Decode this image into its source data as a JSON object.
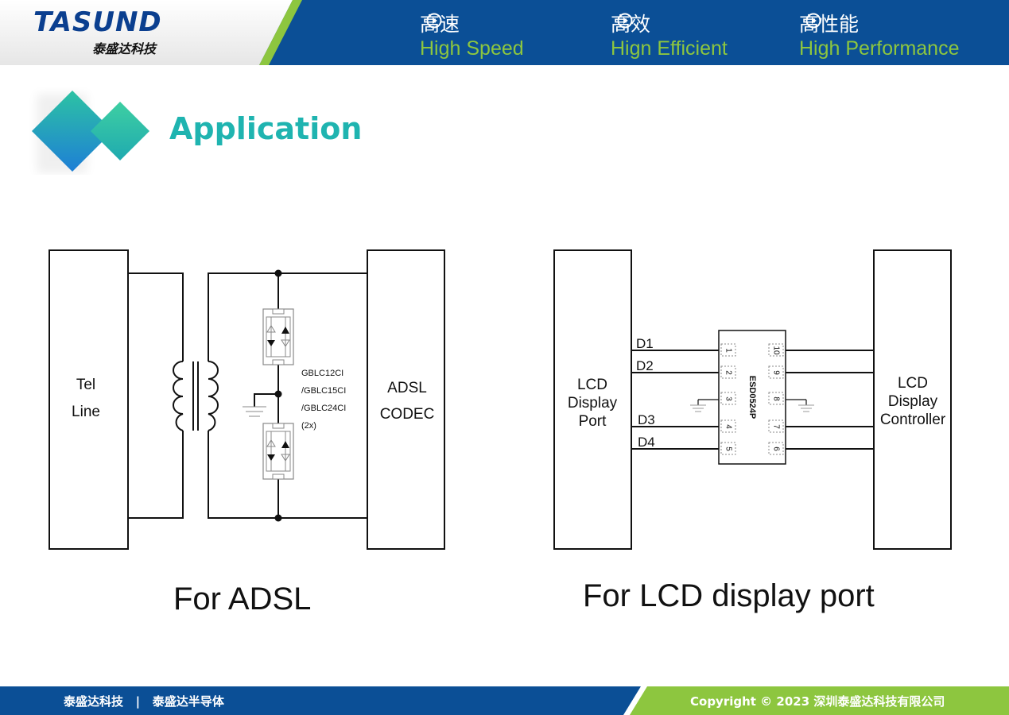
{
  "header": {
    "logo_text": "TASUND",
    "logo_subtext": "泰盛达科技",
    "slogans": [
      {
        "cn": "高速",
        "en": "High Speed"
      },
      {
        "cn": "高效",
        "en": "Hign Efficient"
      },
      {
        "cn": "高性能",
        "en": "High Performance"
      }
    ],
    "colors": {
      "blue": "#0b4f96",
      "green": "#8dc63f",
      "teal": "#1fb4b0"
    }
  },
  "section": {
    "title": "Application"
  },
  "adsl": {
    "left_block": [
      "Tel",
      "Line"
    ],
    "right_block": [
      "ADSL",
      "CODEC"
    ],
    "part_label": [
      "GBLC12CI",
      "/GBLC15CI",
      "/GBLC24CI",
      "(2x)"
    ],
    "caption": "For ADSL"
  },
  "lcd": {
    "left_block": [
      "LCD",
      "Display",
      "Port"
    ],
    "right_block": [
      "LCD",
      "Display",
      "Controller"
    ],
    "chip_label": "ESD0524P",
    "lines": [
      "D1",
      "D2",
      "D3",
      "D4"
    ],
    "pins_left": [
      "1",
      "2",
      "3",
      "4",
      "5"
    ],
    "pins_right": [
      "10",
      "9",
      "8",
      "7",
      "6"
    ],
    "caption": "For LCD display port"
  },
  "footer": {
    "left_text": "泰盛达科技   |   泰盛达半导体",
    "right_text": "Copyright © 2023 深圳泰盛达科技有限公司"
  }
}
